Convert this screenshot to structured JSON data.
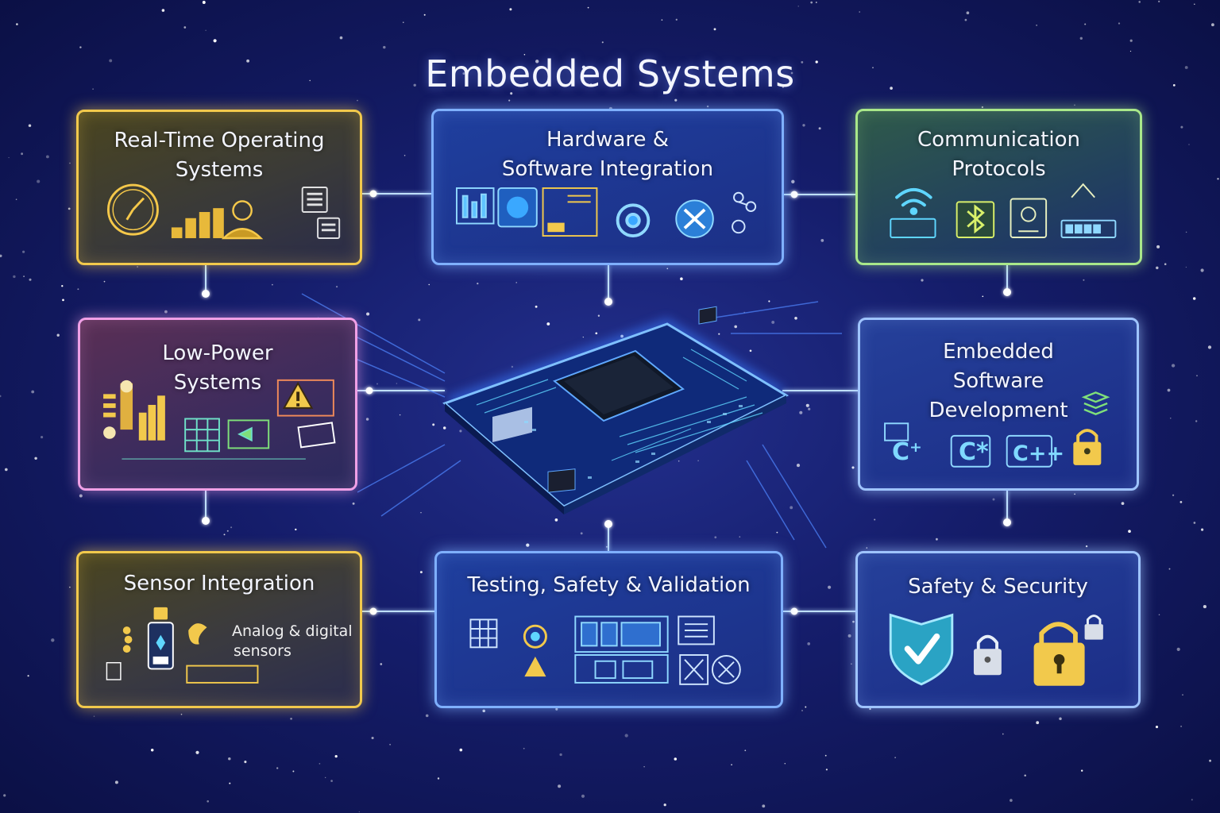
{
  "title": "Embedded Systems",
  "colors": {
    "background": "#151d6b",
    "gold": "#f2c94c",
    "blue": "#7fb0ff",
    "green": "#a9e88a",
    "pink": "#f0a0e6"
  },
  "cards": {
    "rtos": {
      "line1": "Real-Time Operating",
      "line2": "Systems",
      "icons": [
        "stopwatch-icon",
        "bar-chart-icon",
        "dial-icon",
        "task-list-icon"
      ]
    },
    "hw": {
      "line1": "Hardware &",
      "line2": "Software Integration",
      "icons": [
        "circuit-panel-icon",
        "chip-icon",
        "gear-icon",
        "tools-icon"
      ]
    },
    "comm": {
      "line1": "Communication",
      "line2": "Protocols",
      "icons": [
        "wifi-icon",
        "bluetooth-icon",
        "network-node-icon",
        "data-bus-icon"
      ]
    },
    "lowpower": {
      "line1": "Low-Power",
      "line2": "Systems",
      "icons": [
        "battery-level-icon",
        "warning-icon",
        "power-display-icon"
      ]
    },
    "embsw": {
      "line1": "Embedded",
      "line2": "Software",
      "line3": "Development",
      "badges": [
        "C⁺",
        "C*",
        "C++"
      ],
      "icons": [
        "code-file-icon",
        "padlock-icon",
        "layers-icon"
      ]
    },
    "sensor": {
      "line1": "Sensor Integration",
      "sub1": "Analog & digital",
      "sub2": "sensors",
      "icons": [
        "sensor-module-icon",
        "signal-wave-icon"
      ]
    },
    "testing": {
      "line1": "Testing, Safety & Validation",
      "icons": [
        "test-grid-icon",
        "bug-icon",
        "dashboard-icon",
        "checklist-icon"
      ]
    },
    "safety": {
      "line1": "Safety & Security",
      "icons": [
        "shield-check-icon",
        "padlock-icon",
        "large-padlock-icon"
      ]
    }
  },
  "center": {
    "icon": "microcontroller-board-icon"
  }
}
